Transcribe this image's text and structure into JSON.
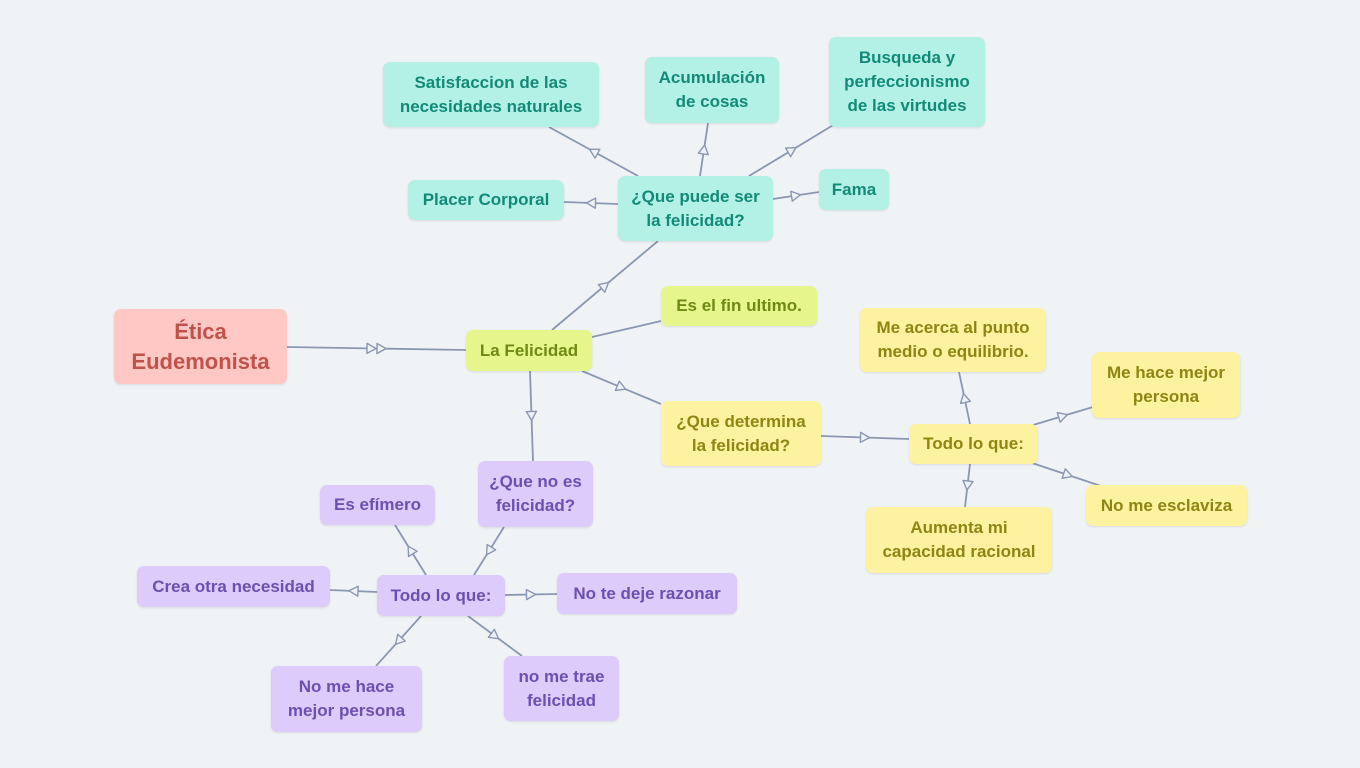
{
  "colors": {
    "background": "#f0f3f6",
    "connector": "#8a97b1",
    "teal_fill": "#b3f1e6",
    "teal_text": "#138a78",
    "green_fill": "#e6f68d",
    "green_text": "#6f8914",
    "yellow_fill": "#fdf29f",
    "yellow_text": "#8f8515",
    "purple_fill": "#dccbfb",
    "purple_text": "#6e4fb0",
    "root_fill": "#ffc8c4",
    "root_text": "#c0524c"
  },
  "mindmap": {
    "root": "Ética\nEudemonista",
    "central": "La Felicidad",
    "fin": "Es el fin ultimo.",
    "branch_que_puede": {
      "label": "¿Que puede ser\nla felicidad?",
      "children": {
        "satisfaccion": "Satisfaccion de las\nnecesidades naturales",
        "acumulacion": "Acumulación\nde cosas",
        "busqueda": "Busqueda y\nperfeccionismo\nde las virtudes",
        "placer": "Placer Corporal",
        "fama": "Fama"
      }
    },
    "branch_determina": {
      "label": "¿Que determina\nla felicidad?",
      "todo": "Todo lo que:",
      "children": {
        "acerca": "Me acerca al punto\nmedio o equilibrio.",
        "mejor": "Me hace mejor\npersona",
        "esclaviza": "No me esclaviza",
        "racional": "Aumenta mi\ncapacidad racional"
      }
    },
    "branch_no_es": {
      "label": "¿Que no es\nfelicidad?",
      "todo": "Todo lo que:",
      "children": {
        "efimero": "Es efímero",
        "necesidad": "Crea otra necesidad",
        "razonar": "No te deje razonar",
        "mejor": "No me hace\nmejor persona",
        "trae": "no me trae\nfelicidad"
      }
    }
  }
}
